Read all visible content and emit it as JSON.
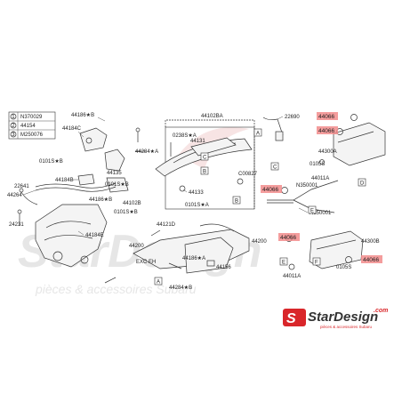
{
  "legend": [
    {
      "num": "1",
      "code": "N370029"
    },
    {
      "num": "2",
      "code": "44154"
    },
    {
      "num": "3",
      "code": "M250076"
    }
  ],
  "labels": {
    "l44186_top": "44186★B",
    "l44184C": "44184C",
    "l0101S_B_left": "0101S★B",
    "l44184B": "44184B",
    "l22641": "22641",
    "l44264": "44264",
    "l44186_mid": "44186★B",
    "l24231": "24231",
    "l44184E": "44184E",
    "l44135": "44135",
    "l0101S_B_center": "0101S★B",
    "l44284_A": "44284★A",
    "l44102B": "44102B",
    "l0101S_B_lower": "0101S★B",
    "l44102BA": "44102BA",
    "l0238S_A": "0238S★A",
    "l44131": "44131",
    "l44133": "44133",
    "l0101S_A": "0101S★A",
    "lC00827": "C00827",
    "l44121D": "44121D",
    "l44200_left": "44200",
    "l44200_right": "44200",
    "lEXCEH": "EXC EH",
    "l44186_A": "44186★A",
    "l44156": "44156",
    "l44284_B": "44284★B",
    "l22690": "22690",
    "l44300A": "44300A",
    "l0105S": "0105S",
    "l44011A_top": "44011A",
    "lN350001_top": "N350001",
    "lN350001_mid": "N350001",
    "l44300B": "44300B",
    "l44011A_bot": "44011A",
    "l0105S_bot": "0105S"
  },
  "highlights": [
    "44066",
    "44066",
    "44066",
    "44066",
    "44066"
  ],
  "refs": {
    "A": "A",
    "B": "B",
    "C": "C",
    "D": "D",
    "E": "E",
    "F": "F"
  },
  "logo": {
    "brand": "StarDesign",
    "domain": ".com",
    "tagline": "pièces & accessoires Subaru"
  },
  "watermark": {
    "brand": "StarDesign",
    "tagline": "pièces & accessoires Subaru"
  },
  "colors": {
    "highlight": "#f28c8c",
    "logo_red": "#d9262a",
    "logo_dark": "#333333",
    "watermark": "#e6e6e6"
  }
}
